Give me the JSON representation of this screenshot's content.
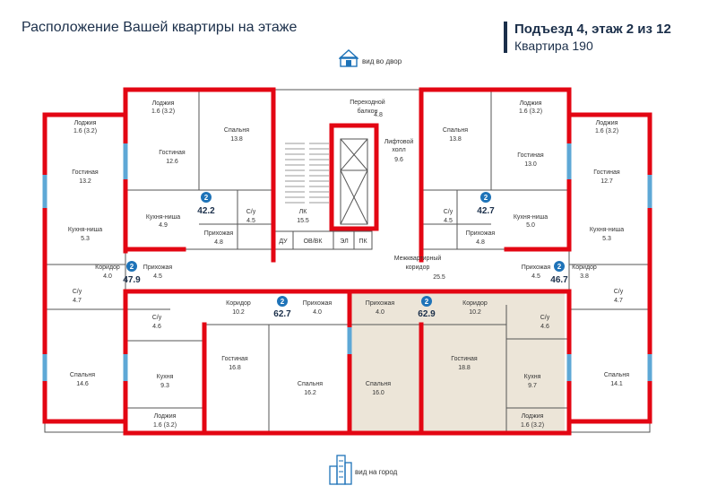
{
  "header": {
    "title": "Расположение Вашей квартиры на этаже",
    "entrance_floor": "Подъезд 4, этаж 2 из 12",
    "apartment": "Квартира 190"
  },
  "views": {
    "yard": "вид во двор",
    "city": "вид на город"
  },
  "colors": {
    "wall": "#e30613",
    "window": "#5ea8d6",
    "highlight": "#ece5d8",
    "badge": "#1e73b8",
    "text": "#1b2f4a"
  },
  "apartments": [
    {
      "rooms": "2",
      "area": "42.2"
    },
    {
      "rooms": "2",
      "area": "42.7"
    },
    {
      "rooms": "2",
      "area": "47.9"
    },
    {
      "rooms": "2",
      "area": "46.7"
    },
    {
      "rooms": "2",
      "area": "62.7"
    },
    {
      "rooms": "2",
      "area": "62.9"
    }
  ],
  "rooms": {
    "r01": [
      "Лоджия",
      "1.6 (3.2)"
    ],
    "r02": [
      "Гостиная",
      "12.6"
    ],
    "r03": [
      "Кухня-ниша",
      "4.9"
    ],
    "r04": [
      "Спальня",
      "13.8"
    ],
    "r05": [
      "С/у",
      "4.5"
    ],
    "r06": [
      "Прихожая",
      "4.8"
    ],
    "r07": [
      "Лоджия",
      "1.6 (3.2)"
    ],
    "r08": [
      "Гостиная",
      "13.2"
    ],
    "r09": [
      "Кухня-ниша",
      "5.3"
    ],
    "r10": [
      "ЛК",
      "15.5"
    ],
    "r11": [
      "Переходной",
      "балкон"
    ],
    "r12": [
      "Лифтовой",
      "холл"
    ],
    "r13": [
      "Спальня",
      "13.8"
    ],
    "r14": [
      "С/у",
      "4.5"
    ],
    "r15": [
      "Прихожая",
      "4.8"
    ],
    "r16": [
      "Лоджия",
      "1.6 (3.2)"
    ],
    "r17": [
      "Гостиная",
      "13.0"
    ],
    "r18": [
      "Кухня-ниша",
      "5.0"
    ],
    "r19": [
      "Лоджия",
      "1.6 (3.2)"
    ],
    "r20": [
      "Гостиная",
      "12.7"
    ],
    "r21": [
      "Кухня-ниша",
      "5.3"
    ],
    "r22": [
      "Коридор",
      "4.0"
    ],
    "r23": [
      "Прихожая",
      "4.5"
    ],
    "r24": [
      "С/у",
      "4.7"
    ],
    "r25": [
      "Межквартирный",
      "коридор"
    ],
    "r26": [
      "Прихожая",
      "4.5"
    ],
    "r27": [
      "Коридор",
      "3.8"
    ],
    "r28": [
      "С/у",
      "4.7"
    ],
    "r29": [
      "Коридор",
      "10.2"
    ],
    "r30": [
      "Прихожая",
      "4.0"
    ],
    "r31": [
      "С/у",
      "4.6"
    ],
    "r32": [
      "Прихожая",
      "4.0"
    ],
    "r33": [
      "Коридор",
      "10.2"
    ],
    "r34": [
      "С/у",
      "4.6"
    ],
    "r35": [
      "Спальня",
      "14.6"
    ],
    "r36": [
      "Кухня",
      "9.3"
    ],
    "r37": [
      "Лоджия",
      "1.6 (3.2)"
    ],
    "r38": [
      "Гостиная",
      "16.8"
    ],
    "r39": [
      "Спальня",
      "16.2"
    ],
    "r40": [
      "Спальня",
      "16.0"
    ],
    "r41": [
      "Гостиная",
      "18.8"
    ],
    "r42": [
      "Кухня",
      "9.7"
    ],
    "r43": [
      "Лоджия",
      "1.6 (3.2)"
    ],
    "r44": [
      "Спальня",
      "14.1"
    ]
  },
  "extra_values": {
    "balcony_area": "4.8",
    "lift_hall_area": "9.6",
    "corridor_area": "25.5"
  },
  "shafts": [
    "ДУ",
    "ОВ/ВК",
    "ЭЛ",
    "ПК"
  ]
}
